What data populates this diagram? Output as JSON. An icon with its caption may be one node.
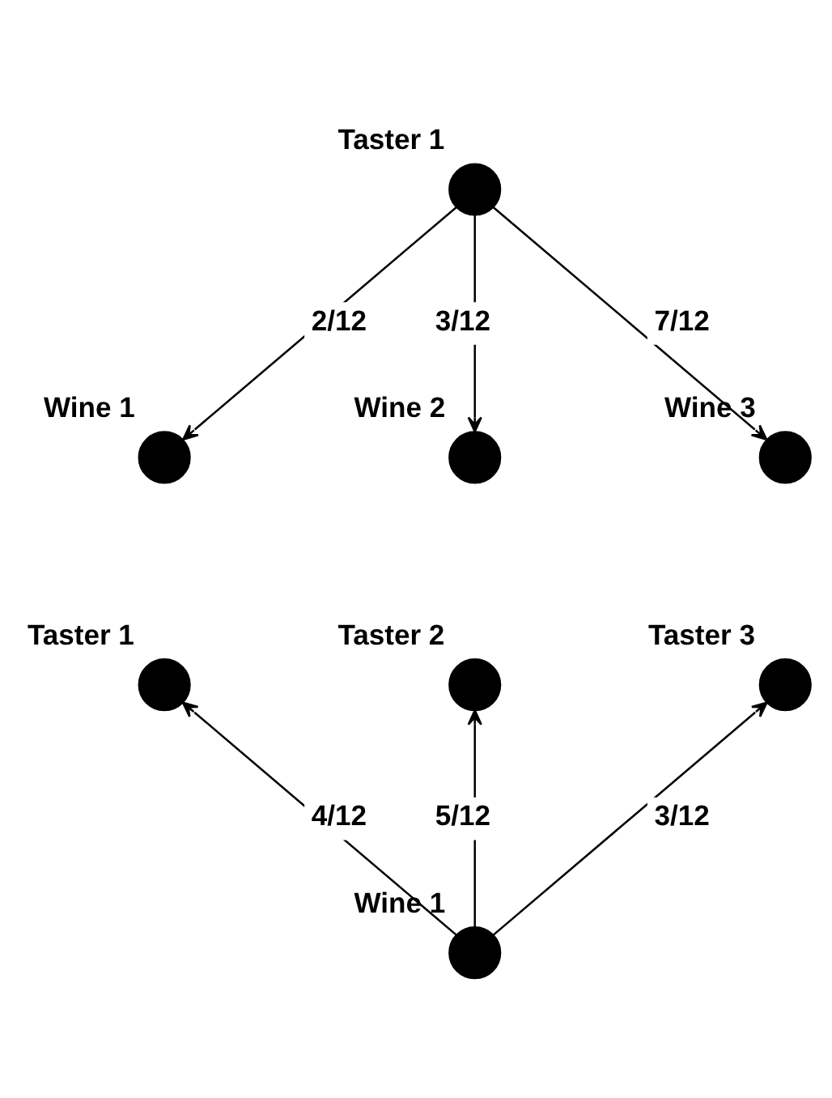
{
  "diagram": {
    "nodes": [
      {
        "text": [
          "Taster 1"
        ]
      },
      {
        "text": [
          "Wine 1"
        ]
      },
      {
        "text": [
          "Wine 2"
        ]
      },
      {
        "text": [
          "Wine 3"
        ]
      },
      {
        "text": [
          "Taster 1"
        ]
      },
      {
        "text": [
          "Taster 2"
        ]
      },
      {
        "text": [
          "Taster 3"
        ]
      },
      {
        "text": [
          "Wine 1"
        ]
      }
    ],
    "edges": [
      {
        "from": 0,
        "to": 1,
        "arrow": "to",
        "label": "2/12"
      },
      {
        "from": 0,
        "to": 2,
        "arrow": "to",
        "label": "3/12"
      },
      {
        "from": 0,
        "to": 3,
        "arrow": "to",
        "label": "7/12"
      },
      {
        "from": 7,
        "to": 4,
        "arrow": "to",
        "label": "4/12"
      },
      {
        "from": 7,
        "to": 5,
        "arrow": "to",
        "label": "5/12"
      },
      {
        "from": 7,
        "to": 6,
        "arrow": "to",
        "label": "3/12"
      }
    ]
  }
}
